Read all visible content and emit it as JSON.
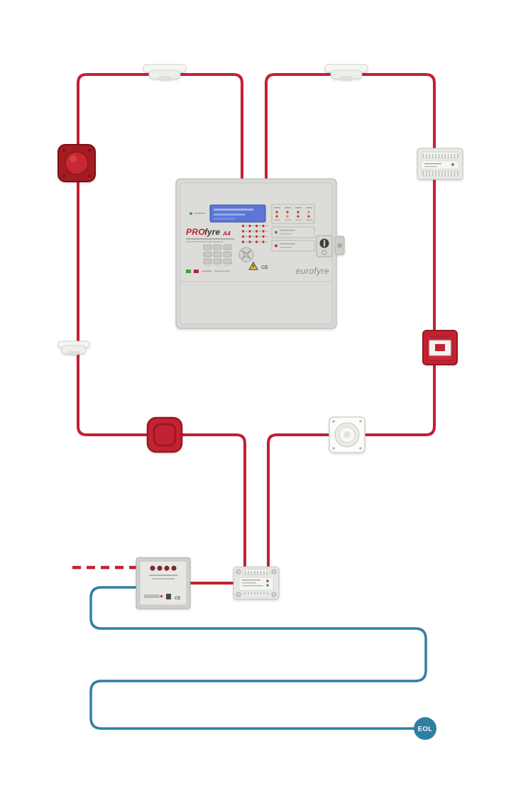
{
  "panel": {
    "logo_pro": "PRO",
    "logo_fyre": "fyre",
    "logo_model": "A4",
    "brand": "eurofyre",
    "ce": "CE"
  },
  "modules": {
    "ce": "CE"
  },
  "eol": {
    "label": "EOL"
  },
  "colors": {
    "wire_red": "#c32133",
    "wire_blue": "#2f7fa3",
    "device_red": "#c32133",
    "device_red_dark": "#9a1824",
    "beacon_red": "#a31c24",
    "panel_gray": "#d8d8d5",
    "lcd_blue": "#5b76d8"
  },
  "devices": [
    {
      "name": "smoke-detector-top-left"
    },
    {
      "name": "smoke-detector-top-right"
    },
    {
      "name": "sounder-beacon-left"
    },
    {
      "name": "interface-module-right"
    },
    {
      "name": "manual-call-point-right"
    },
    {
      "name": "smoke-detector-left"
    },
    {
      "name": "wall-sounder-bottom"
    },
    {
      "name": "loop-speaker-bottom"
    },
    {
      "name": "control-module-bottom-left"
    },
    {
      "name": "interface-module-bottom"
    },
    {
      "name": "eol-terminator"
    }
  ]
}
